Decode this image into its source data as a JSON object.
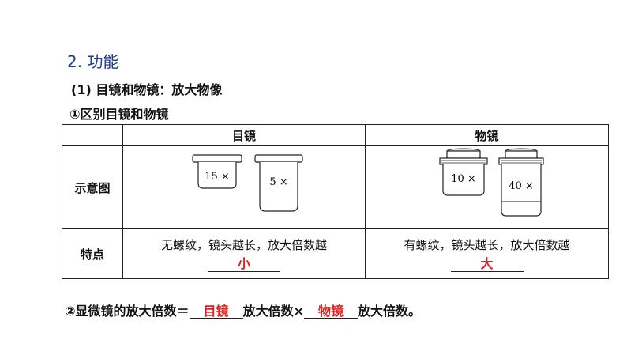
{
  "section_title": "2. 功能",
  "subtitle": "(1) 目镜和物镜：放大物像",
  "subheading": "①区别目镜和物镜",
  "table": {
    "col_eyepiece": "目镜",
    "col_objective": "物镜",
    "row_diagram": "示意图",
    "row_feature": "特点",
    "eyepiece_labels": [
      "15 ×",
      "5 ×"
    ],
    "objective_labels": [
      "10 ×",
      "40 ×"
    ],
    "eyepiece_feature": "无螺纹，镜头越长，放大倍数越",
    "eyepiece_answer": "小",
    "objective_feature": "有螺纹，镜头越长，放大倍数越",
    "objective_answer": "大"
  },
  "formula": {
    "prefix": "②显微镜的放大倍数＝",
    "answer1": "目镜",
    "middle": "放大倍数×",
    "answer2": "物镜",
    "suffix": "放大倍数。"
  },
  "colors": {
    "answer": "#e0201b",
    "heading": "#1f3b8f"
  }
}
